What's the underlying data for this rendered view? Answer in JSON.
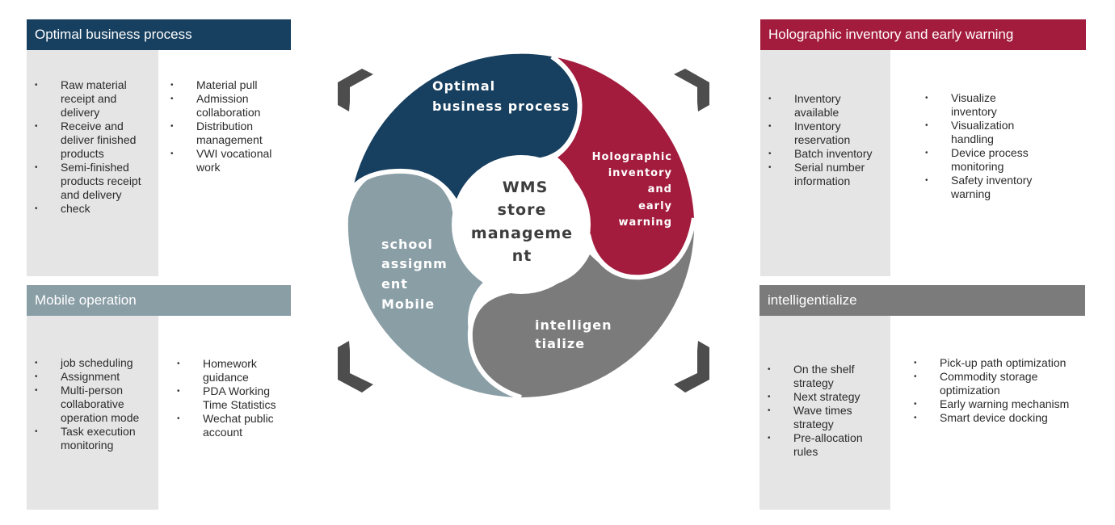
{
  "colors": {
    "navy": "#173f5f",
    "crimson": "#a31c3d",
    "slate": "#8a9ea6",
    "gray": "#7b7b7b",
    "panel_bg": "#e5e5e5",
    "bracket": "#4d4d4d"
  },
  "panels": {
    "top_left": {
      "title": "Optimal business process",
      "col1": [
        "Raw material receipt and delivery",
        "Receive and deliver finished products",
        "Semi-finished products receipt and delivery",
        "check"
      ],
      "col2": [
        "Material pull",
        "Admission collaboration",
        "Distribution management",
        "VWI vocational work"
      ]
    },
    "bottom_left": {
      "title": "Mobile operation",
      "col1": [
        "job scheduling",
        "Assignment",
        "Multi-person collaborative operation mode",
        "Task execution monitoring"
      ],
      "col2": [
        "Homework guidance",
        "PDA Working Time Statistics",
        "Wechat public account"
      ]
    },
    "top_right": {
      "title": "Holographic inventory and early warning",
      "col1": [
        "Inventory available",
        "Inventory reservation",
        "Batch inventory",
        "Serial number information"
      ],
      "col2": [
        "Visualize inventory",
        "Visualization handling",
        "Device process monitoring",
        "Safety inventory warning"
      ]
    },
    "bottom_right": {
      "title": "intelligentialize",
      "col1": [
        "On the shelf strategy",
        "Next strategy",
        "Wave times strategy",
        "Pre-allocation rules"
      ],
      "col2": [
        "Pick-up path optimization",
        "Commodity storage optimization",
        "Early warning mechanism",
        "Smart device docking"
      ]
    }
  },
  "wheel": {
    "center": [
      "WMS",
      "store",
      "manageme",
      "nt"
    ],
    "navy": [
      "Optimal",
      "business process"
    ],
    "crimson": [
      "Holographic",
      "inventory",
      "and",
      "early",
      "warning"
    ],
    "gray": [
      "intelligen",
      "tialize"
    ],
    "slate": [
      "school",
      "assignm",
      "ent",
      "Mobile"
    ]
  }
}
